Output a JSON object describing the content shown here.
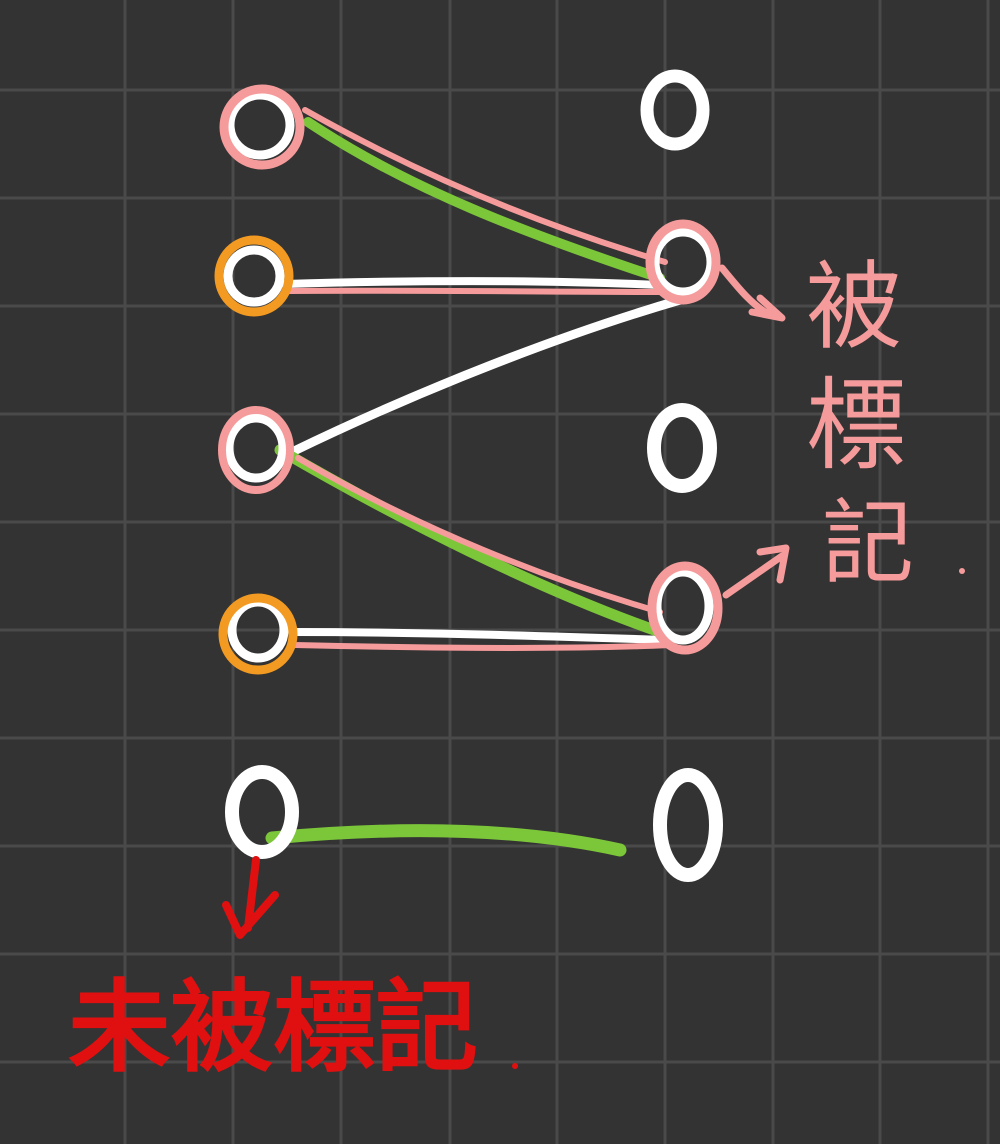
{
  "labels": {
    "marked_char_1": "被",
    "marked_char_2": "標",
    "marked_char_3": "記",
    "unmarked": "未被標記"
  },
  "colors": {
    "background": "#333333",
    "grid": "#4a4a4a",
    "white": "#ffffff",
    "pink": "#f59b9b",
    "orange": "#f29a22",
    "green": "#7cc63a",
    "red": "#e01010"
  }
}
